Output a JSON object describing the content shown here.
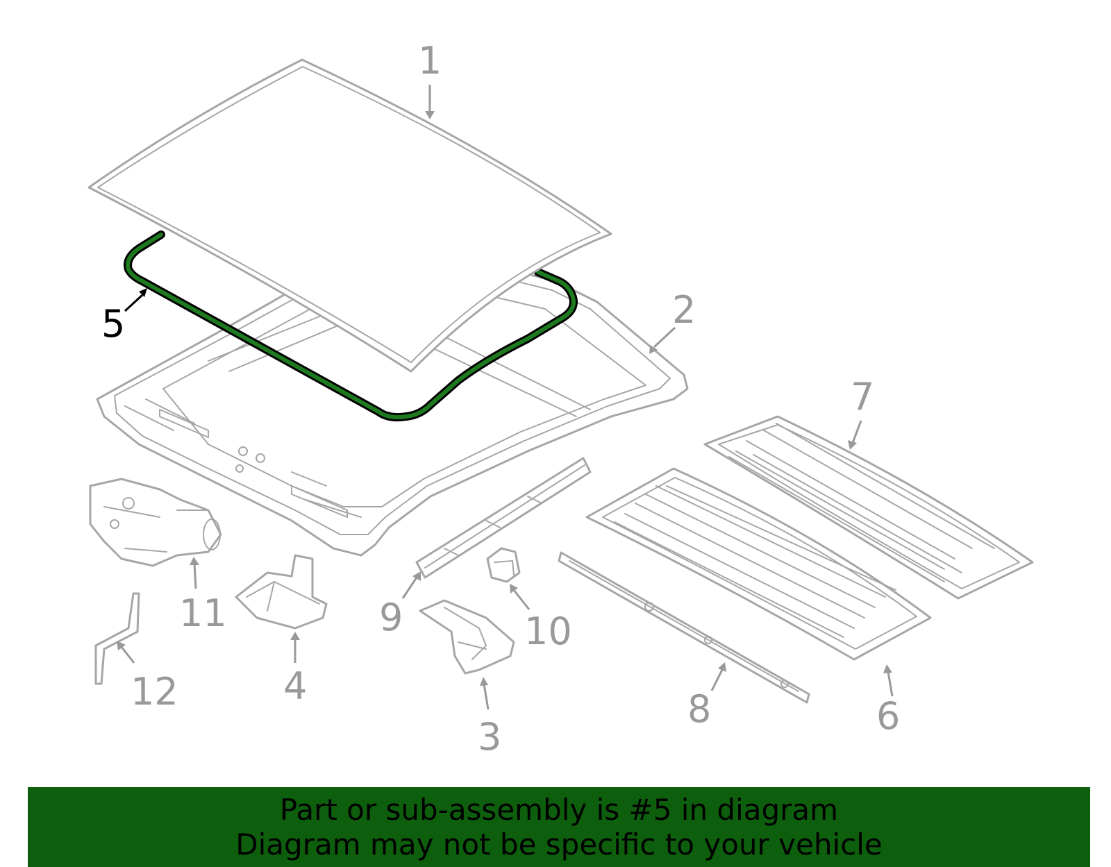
{
  "callouts": [
    {
      "id": "1",
      "label": "1",
      "highlighted": false
    },
    {
      "id": "2",
      "label": "2",
      "highlighted": false
    },
    {
      "id": "3",
      "label": "3",
      "highlighted": false
    },
    {
      "id": "4",
      "label": "4",
      "highlighted": false
    },
    {
      "id": "5",
      "label": "5",
      "highlighted": true
    },
    {
      "id": "6",
      "label": "6",
      "highlighted": false
    },
    {
      "id": "7",
      "label": "7",
      "highlighted": false
    },
    {
      "id": "8",
      "label": "8",
      "highlighted": false
    },
    {
      "id": "9",
      "label": "9",
      "highlighted": false
    },
    {
      "id": "10",
      "label": "10",
      "highlighted": false
    },
    {
      "id": "11",
      "label": "11",
      "highlighted": false
    },
    {
      "id": "12",
      "label": "12",
      "highlighted": false
    }
  ],
  "banner": {
    "line1": "Part or sub-assembly is #5 in diagram",
    "line2": "Diagram may not be specific to your vehicle"
  },
  "colors": {
    "highlight": "#1e7a1e",
    "banner": "#0d5e0d",
    "part_stroke": "#a6a6a6",
    "callout_text": "#999999"
  }
}
